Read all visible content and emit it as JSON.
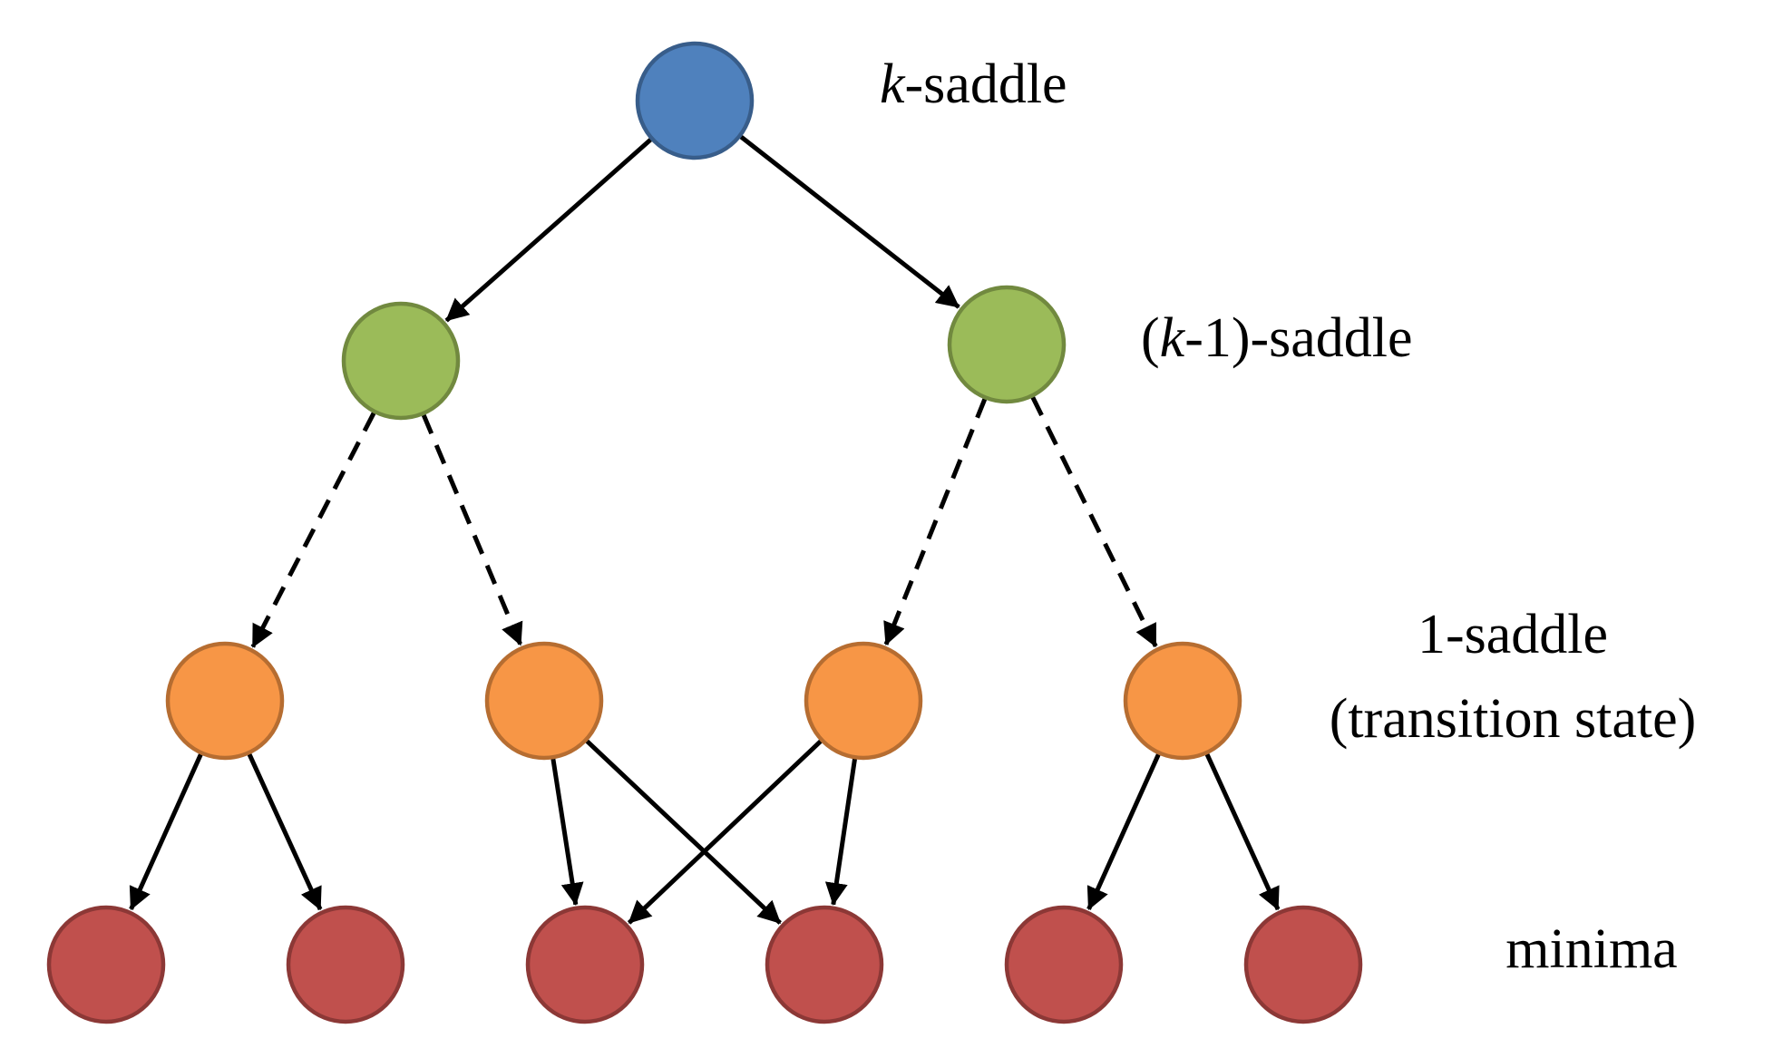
{
  "colors": {
    "k_saddle_fill": "#4f81bd",
    "k_saddle_stroke": "#385d8a",
    "k1_saddle_fill": "#9bbb59",
    "k1_saddle_stroke": "#71893f",
    "one_saddle_fill": "#f79646",
    "one_saddle_stroke": "#b66d31",
    "minimum_fill": "#c0504d",
    "minimum_stroke": "#8c3836",
    "edge": "#000000"
  },
  "labels": {
    "k_saddle_var": "k",
    "k_saddle_suffix": "-saddle",
    "k1_saddle_open": "(",
    "k1_saddle_var": "k",
    "k1_saddle_suffix": "-1)-saddle",
    "one_saddle_line1": "1-saddle",
    "one_saddle_line2": "(transition state)",
    "minima": "minima"
  },
  "levels": [
    {
      "id": "k-saddle",
      "count": 1
    },
    {
      "id": "k-1-saddle",
      "count": 2
    },
    {
      "id": "1-saddle",
      "count": 4
    },
    {
      "id": "minima",
      "count": 6
    }
  ],
  "edges": {
    "solid_from_k_saddle": [
      [
        "k0",
        "g0"
      ],
      [
        "k0",
        "g1"
      ]
    ],
    "dashed_to_1_saddle": [
      [
        "g0",
        "o0"
      ],
      [
        "g0",
        "o1"
      ],
      [
        "g1",
        "o2"
      ],
      [
        "g1",
        "o3"
      ]
    ],
    "solid_to_minima": [
      [
        "o0",
        "m0"
      ],
      [
        "o0",
        "m1"
      ],
      [
        "o1",
        "m2"
      ],
      [
        "o1",
        "m3"
      ],
      [
        "o2",
        "m2"
      ],
      [
        "o2",
        "m3"
      ],
      [
        "o3",
        "m4"
      ],
      [
        "o3",
        "m5"
      ]
    ]
  }
}
